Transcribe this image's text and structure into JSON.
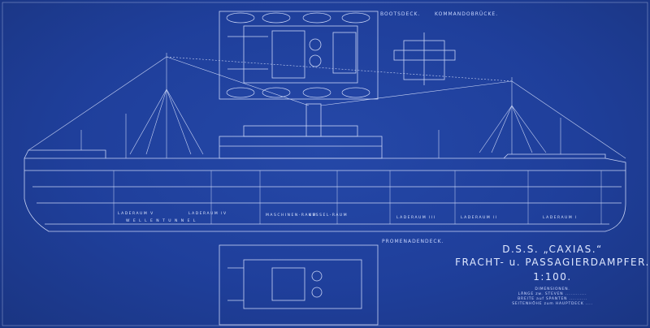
{
  "labels": {
    "boat_deck": "BOOTSDECK.",
    "bridge": "KOMMANDOBRÜCKE.",
    "promenade_deck": "PROMENADENDECK."
  },
  "title": {
    "ship": "D.S.S. „CAXIAS.“",
    "type": "FRACHT- u. PASSAGIERDAMPFER.",
    "scale": "1:100."
  },
  "dimensions": {
    "heading": "DIMENSIONEN.",
    "rows": [
      "LÄNGE zw. STEVEN ............",
      "BREITE auf SPANTEN ..........",
      "SEITENHÖHE zum HAUPTDECK ...."
    ]
  },
  "rooms": {
    "hold5": "LADERAUM V",
    "hold4": "LADERAUM IV",
    "engine": "MASCHINEN-RAUM",
    "boiler": "KESSEL-RAUM",
    "hold3": "LADERAUM III",
    "hold2": "LADERAUM II",
    "hold1": "LADERAUM I",
    "tunnel": "W E L L E N T U N N E L"
  },
  "colors": {
    "paper": "#1f3f9b",
    "line": "#dbe4ff"
  }
}
